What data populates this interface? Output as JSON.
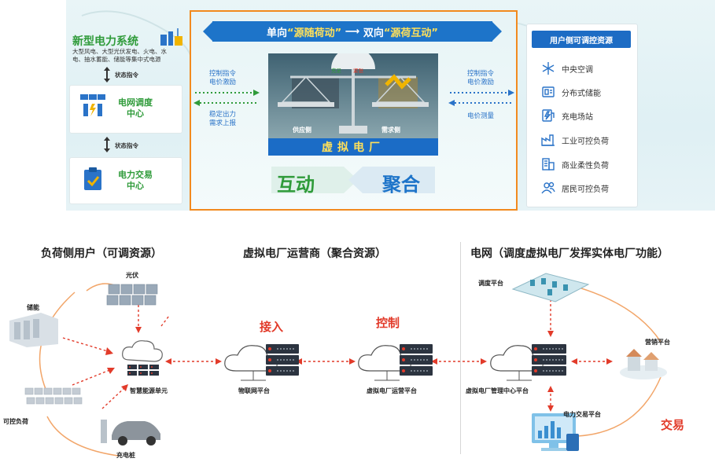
{
  "top": {
    "new_power_title": "新型电力系统",
    "new_power_desc_1": "大型风电、大型光伏发电、火电、水",
    "new_power_desc_2": "电、抽水蓄能、储能等集中式电源",
    "status_cmd_1": "状态指令",
    "dispatch_center": [
      "电网调度",
      "中心"
    ],
    "status_cmd_2": "状态指令",
    "trading_center": [
      "电力交易",
      "中心"
    ],
    "banner": {
      "part1": "单向",
      "q1": "“源随荷动”",
      "part2": "双向",
      "q2": "“源荷互动”"
    },
    "left_arrow_top": [
      "控制指令",
      "电价激励"
    ],
    "left_arrow_bottom": [
      "稳定出力",
      "需求上报"
    ],
    "right_arrow_top": [
      "控制指令",
      "电价激励"
    ],
    "right_arrow_bottom": "电价测量",
    "scale_left_tag": "充足",
    "scale_right_tag": "紧张",
    "supply_side": "供应侧",
    "demand_side": "需求侧",
    "vpp_label": "虚拟电厂",
    "interact": "互动",
    "aggregate": "聚合",
    "resources_title": "用户侧可调控资源",
    "resources": [
      {
        "label": "中央空调",
        "icon": "snowflake-icon"
      },
      {
        "label": "分布式储能",
        "icon": "storage-icon"
      },
      {
        "label": "充电场站",
        "icon": "charging-icon"
      },
      {
        "label": "工业可控负荷",
        "icon": "factory-icon"
      },
      {
        "label": "商业柔性负荷",
        "icon": "building-icon"
      },
      {
        "label": "居民可控负荷",
        "icon": "people-icon"
      }
    ]
  },
  "bottom": {
    "section_left": "负荷侧用户（可调资源）",
    "section_middle": "虚拟电厂运营商（聚合资源）",
    "section_right": "电网（调度虚拟电厂发挥实体电厂功能）",
    "pv": "光伏",
    "storage": "储能",
    "controllable_load": "可控负荷",
    "charging_pile": "充电桩",
    "smart_energy_unit": "智慧能源单元",
    "access": "接入",
    "iot_platform": "物联网平台",
    "control": "控制",
    "vpp_operator_platform": "虚拟电厂运营平台",
    "dispatch_platform": "调度平台",
    "marketing_platform": "营销平台",
    "vpp_mgmt_center": "虚拟电厂管理中心平台",
    "trading_platform": "电力交易平台",
    "trade": "交易"
  },
  "colors": {
    "green": "#2f9b3a",
    "blue": "#1d74c9",
    "orange": "#f28a1e",
    "red": "#e23b2a",
    "yellow": "#ffe05a"
  }
}
